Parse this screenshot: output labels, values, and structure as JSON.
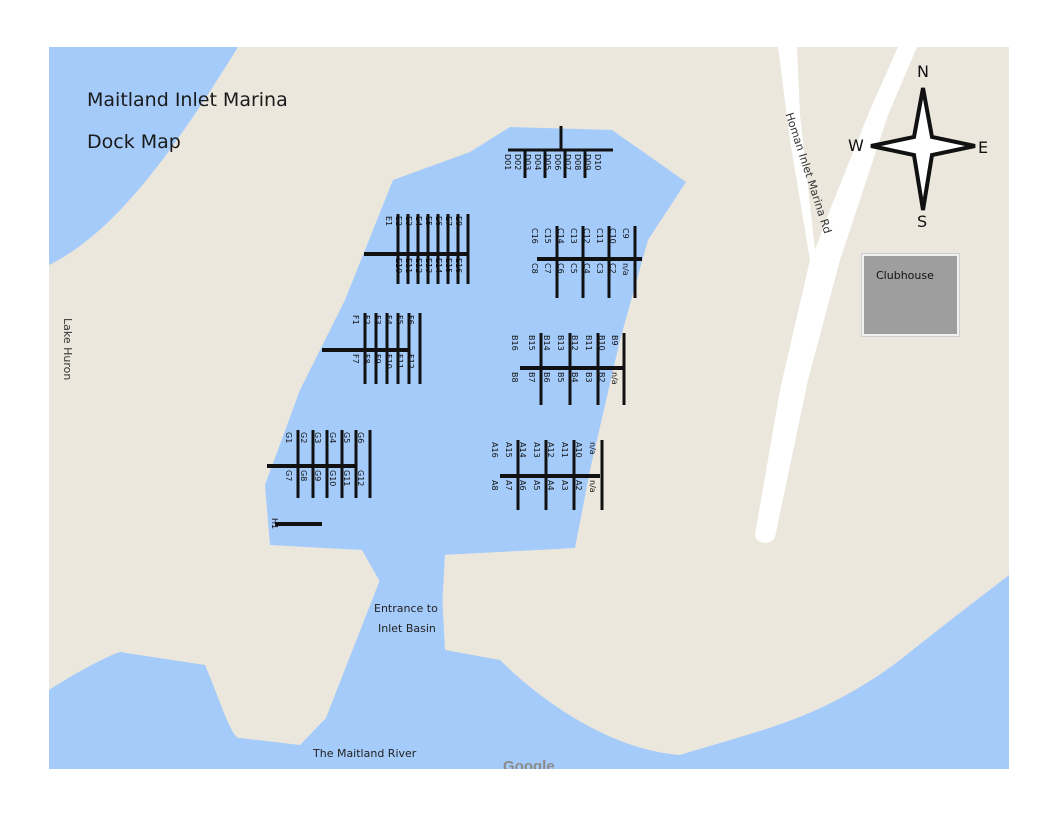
{
  "title": "Maitland Inlet Marina",
  "subtitle": "Dock Map",
  "labels": {
    "lake": "Lake Huron",
    "road": "Homan Inlet Marina Rd",
    "clubhouse": "Clubhouse",
    "entrance_line1": "Entrance to",
    "entrance_line2": "Inlet Basin",
    "river": "The Maitland River",
    "attribution": "Google"
  },
  "compass": {
    "n": "N",
    "s": "S",
    "e": "E",
    "w": "W"
  },
  "colors": {
    "water": "#a4cbfa",
    "land": "#ebe7dd",
    "road": "#ffffff",
    "dock": "#111111",
    "building": "#9e9e9e"
  },
  "docks": {
    "D": {
      "top": [],
      "bottom": [
        "D01",
        "D02",
        "D03",
        "D04",
        "D05",
        "D06",
        "D07",
        "D08",
        "D09",
        "D10"
      ]
    },
    "E": {
      "top": [
        "E1",
        "E2",
        "E3",
        "E4",
        "E5",
        "E6",
        "E7",
        "E8"
      ],
      "bottom": [
        "E10",
        "E11",
        "E12",
        "E13",
        "E14",
        "E15",
        "E16"
      ]
    },
    "C": {
      "top": [
        "C16",
        "C15",
        "C14",
        "C13",
        "C12",
        "C11",
        "C10",
        "C9"
      ],
      "bottom": [
        "C8",
        "C7",
        "C6",
        "C5",
        "C4",
        "C3",
        "C2",
        "n/a"
      ]
    },
    "F": {
      "top": [
        "F1",
        "F2",
        "F3",
        "F4",
        "F5",
        "F6"
      ],
      "bottom": [
        "F7",
        "F8",
        "F9",
        "F10",
        "F11",
        "F12"
      ]
    },
    "B": {
      "top": [
        "B16",
        "B15",
        "B14",
        "B13",
        "B12",
        "B11",
        "B10",
        "B9"
      ],
      "bottom": [
        "B8",
        "B7",
        "B6",
        "B5",
        "B4",
        "B3",
        "B2",
        "n/a"
      ]
    },
    "G": {
      "top": [
        "G1",
        "G2",
        "G3",
        "G4",
        "G5",
        "G6"
      ],
      "bottom": [
        "G7",
        "G8",
        "G9",
        "G10",
        "G11",
        "G12"
      ]
    },
    "A": {
      "top": [
        "A16",
        "A15",
        "A14",
        "A13",
        "A12",
        "A11",
        "A10",
        "n/a"
      ],
      "bottom": [
        "A8",
        "A7",
        "A6",
        "A5",
        "A4",
        "A3",
        "A2",
        "n/a"
      ]
    },
    "H": {
      "top": [
        "H1"
      ],
      "bottom": []
    }
  }
}
